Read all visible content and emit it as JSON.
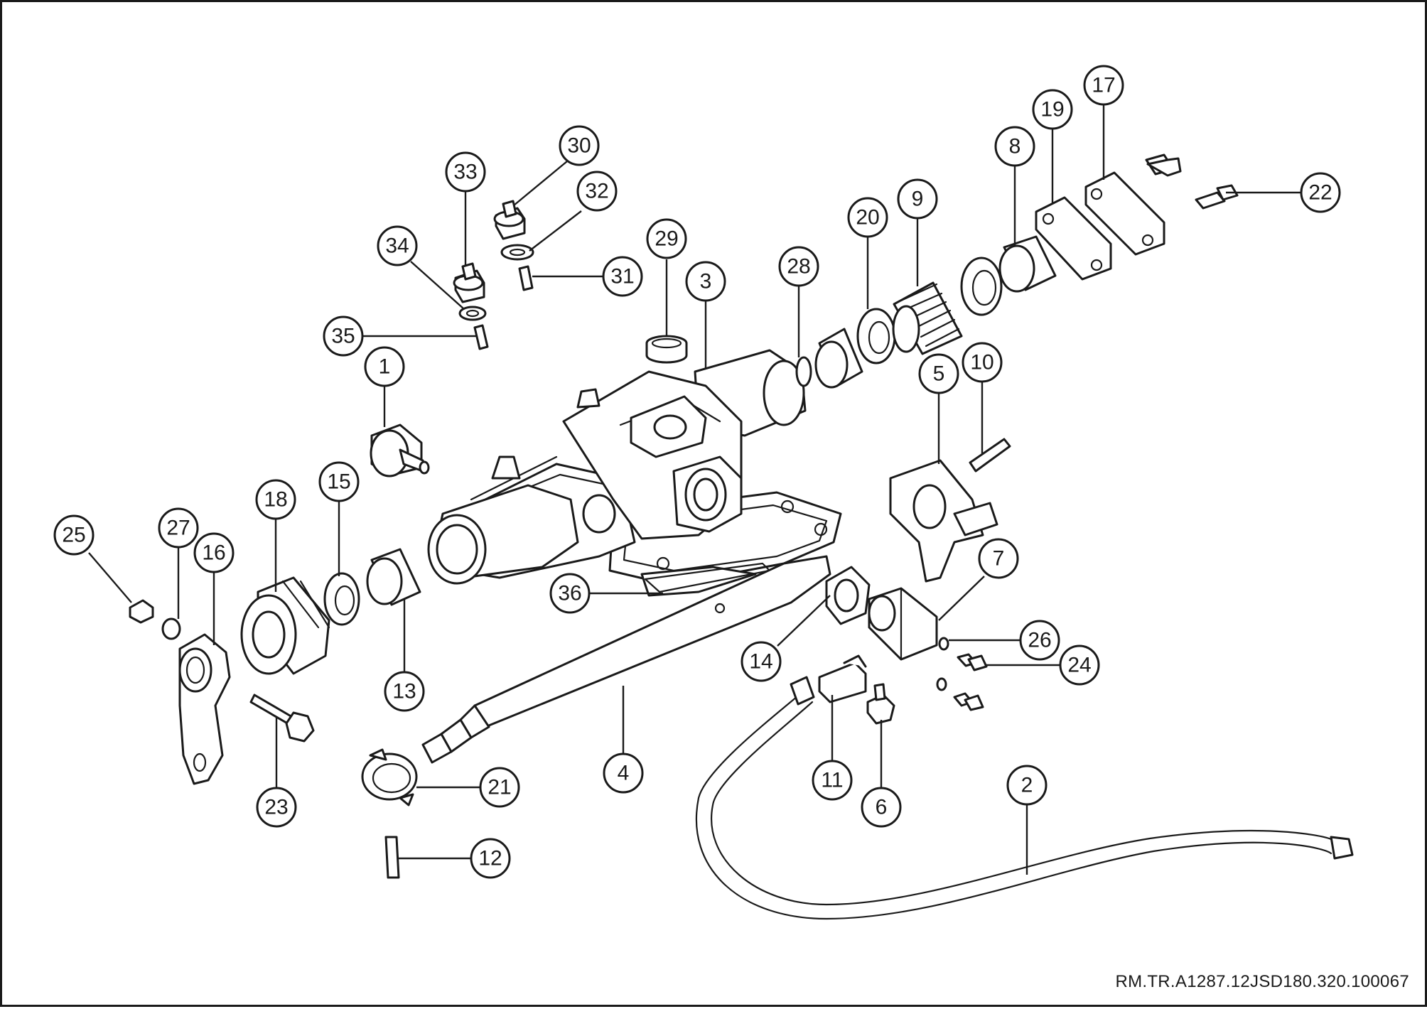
{
  "diagram": {
    "reference_code": "RM.TR.A1287.12JSD180.320.100067",
    "callouts": [
      "1",
      "2",
      "3",
      "4",
      "5",
      "6",
      "7",
      "8",
      "9",
      "10",
      "11",
      "12",
      "13",
      "14",
      "15",
      "16",
      "17",
      "18",
      "19",
      "20",
      "21",
      "22",
      "23",
      "24",
      "25",
      "26",
      "27",
      "28",
      "29",
      "30",
      "31",
      "32",
      "33",
      "34",
      "35",
      "36"
    ]
  }
}
